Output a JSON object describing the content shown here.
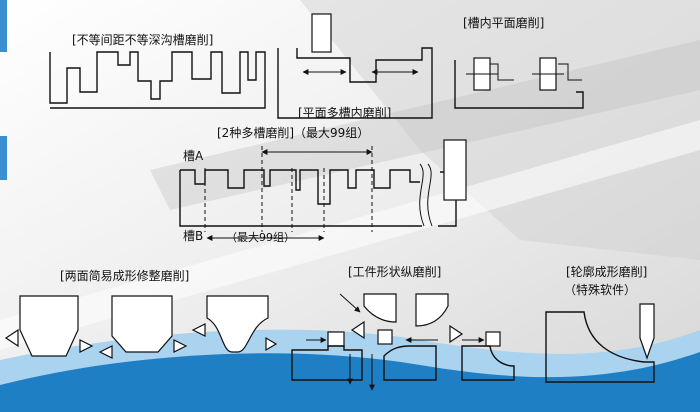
{
  "labels": {
    "unequal_groove": "[不等间距不等深沟槽磨削]",
    "inner_plane": "[槽内平面磨削]",
    "multi_plane": "[平面多槽内磨削]",
    "two_kinds": "[2种多槽磨削]（最大99组）",
    "groove_a": "槽A",
    "groove_b": "槽B",
    "max_groups": "（最大99组）",
    "two_face": "[两面简易成形修整磨削]",
    "workpiece": "[工件形状纵磨削]",
    "profile": "[轮廓成形磨削]",
    "special_sw": "（特殊软件）"
  },
  "colors": {
    "accent_bar": "#3a8fd0",
    "wave_dark": "#1f7fc4",
    "wave_light": "#a9d3ef",
    "wheel_fill": "#d9d9d9",
    "ink": "#111111"
  }
}
